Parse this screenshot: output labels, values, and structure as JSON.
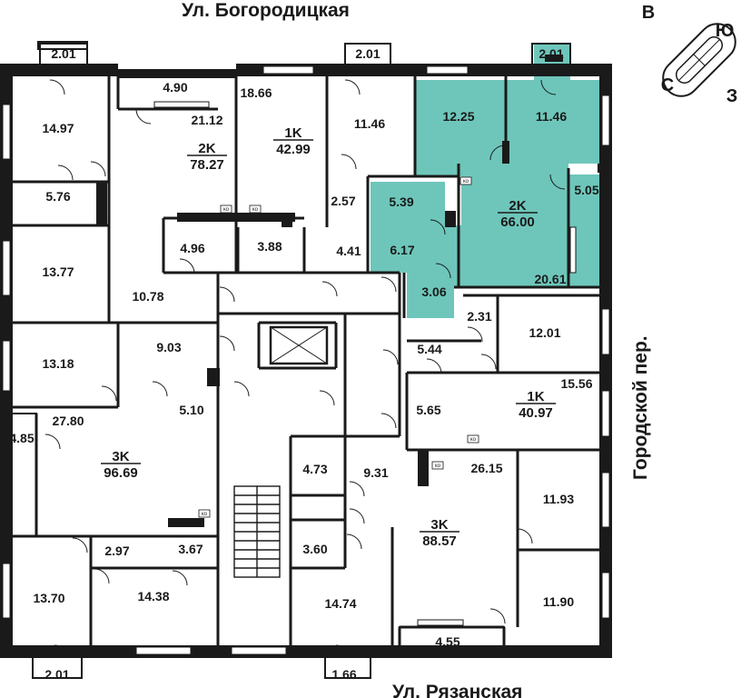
{
  "streets": {
    "north": "Ул. Богородицкая",
    "south": "Ул. Рязанская",
    "east": "Городской пер."
  },
  "compass": {
    "north": "С",
    "south": "Ю",
    "west": "З",
    "east": "В"
  },
  "colors": {
    "highlight": "#6ec6bb",
    "wall": "#1a1a1a",
    "thin": "#333333"
  },
  "highlighted_apartment": "2K 66.00",
  "apartments": [
    {
      "type": "2K",
      "area": "78.27"
    },
    {
      "type": "1K",
      "area": "42.99"
    },
    {
      "type": "2K",
      "area": "66.00"
    },
    {
      "type": "1K",
      "area": "40.97"
    },
    {
      "type": "3K",
      "area": "96.69"
    },
    {
      "type": "3K",
      "area": "88.57"
    }
  ],
  "rooms": [
    "2.01",
    "4.90",
    "14.97",
    "21.12",
    "18.66",
    "2.01",
    "11.46",
    "2.01",
    "12.25",
    "11.46",
    "5.76",
    "2.57",
    "5.39",
    "5.05",
    "4.96",
    "3.88",
    "4.41",
    "6.17",
    "13.77",
    "10.78",
    "20.61",
    "3.06",
    "2.31",
    "12.01",
    "13.18",
    "9.03",
    "5.44",
    "15.56",
    "5.10",
    "5.65",
    "27.80",
    "4.85",
    "4.73",
    "9.31",
    "26.15",
    "11.93",
    "2.97",
    "3.67",
    "3.60",
    "13.70",
    "14.38",
    "14.74",
    "11.90",
    "4.55",
    "2.01",
    "1.66"
  ],
  "markers": {
    "ko": "ко"
  }
}
